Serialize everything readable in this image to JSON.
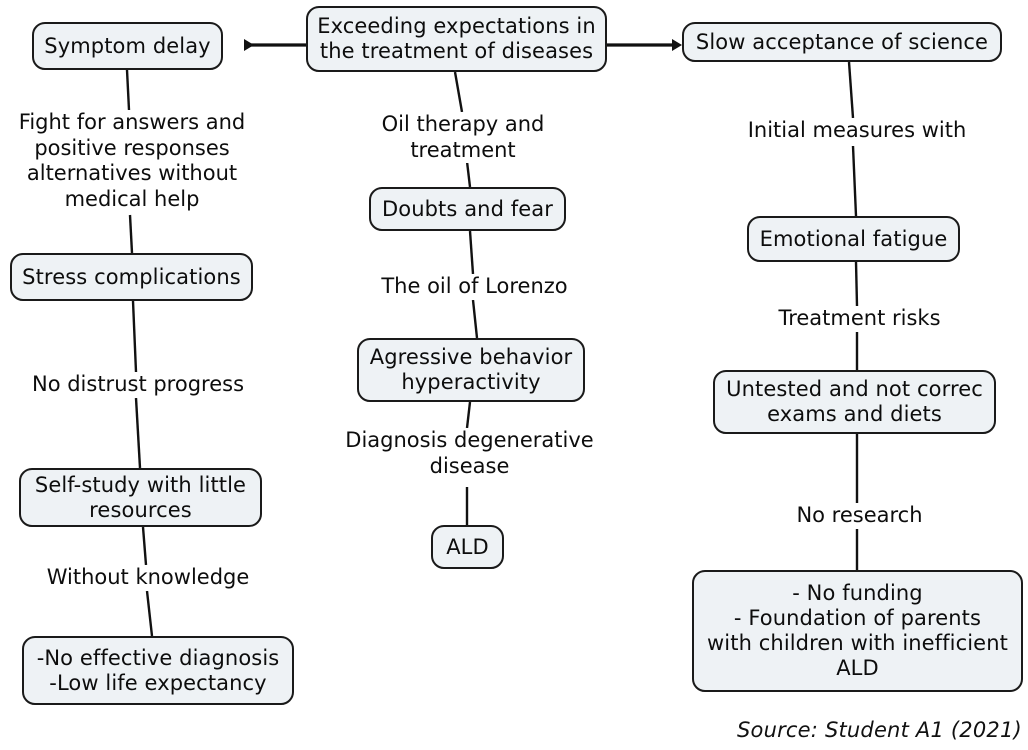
{
  "diagram": {
    "title": "Exceeding expectations in the treatment of diseases",
    "root": {
      "label": "Exceeding expectations in\nthe treatment of diseases"
    },
    "branches": [
      {
        "name": "symptom-delay",
        "root_label": "Symptom delay",
        "chain": [
          {
            "edge": "Fight for answers and\npositive responses\nalternatives without\nmedical help",
            "node": "Stress complications"
          },
          {
            "edge": "No distrust progress",
            "node": "Self-study with little\nresources"
          },
          {
            "edge": "Without knowledge",
            "node": "-No effective diagnosis\n-Low life expectancy"
          }
        ]
      },
      {
        "name": "treatment",
        "root_label": "Exceeding expectations in\nthe treatment of diseases",
        "chain": [
          {
            "edge": "Oil therapy and treatment",
            "node": "Doubts and fear"
          },
          {
            "edge": "The oil of Lorenzo",
            "node": "Agressive behavior\nhyperactivity"
          },
          {
            "edge": "Diagnosis degenerative\ndisease",
            "node": "ALD"
          }
        ]
      },
      {
        "name": "slow-acceptance",
        "root_label": "Slow acceptance of science",
        "chain": [
          {
            "edge": "Initial measures with",
            "node": "Emotional fatigue"
          },
          {
            "edge": "Treatment risks",
            "node": "Untested and not correc\nexams and diets"
          },
          {
            "edge": "No research",
            "node": "- No funding\n- Foundation of parents\nwith children with inefficient\nALD"
          }
        ]
      }
    ],
    "source_note": "Source: Student A1 (2021)",
    "colors": {
      "node_fill": "#eef2f5",
      "node_stroke": "#1a1a1a",
      "text": "#0d0d0d",
      "background": "#ffffff"
    }
  }
}
